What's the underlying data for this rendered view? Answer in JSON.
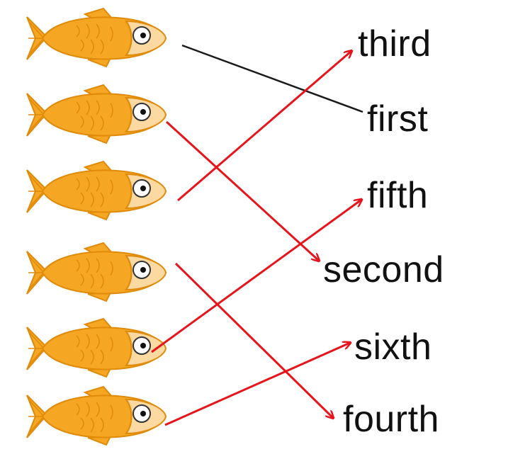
{
  "words": {
    "w1": "third",
    "w2": "first",
    "w3": "fifth",
    "w4": "second",
    "w5": "sixth",
    "w6": "fourth"
  },
  "colors": {
    "fish_body": "#f5a623",
    "fish_dark": "#e08a0a",
    "fish_face": "#fbd9a0",
    "correct_line": "#1a1a1a",
    "answer_line": "#e8141c",
    "text": "#111111"
  },
  "connections": [
    {
      "fish": 1,
      "word": "first",
      "line": "black",
      "arrow": false
    },
    {
      "fish": 2,
      "word": "second",
      "line": "red",
      "arrow": true
    },
    {
      "fish": 3,
      "word": "third",
      "line": "red",
      "arrow": true
    },
    {
      "fish": 4,
      "word": "fourth",
      "line": "red",
      "arrow": true
    },
    {
      "fish": 5,
      "word": "fifth",
      "line": "red",
      "arrow": true
    },
    {
      "fish": 6,
      "word": "sixth",
      "line": "red",
      "arrow": true
    }
  ]
}
